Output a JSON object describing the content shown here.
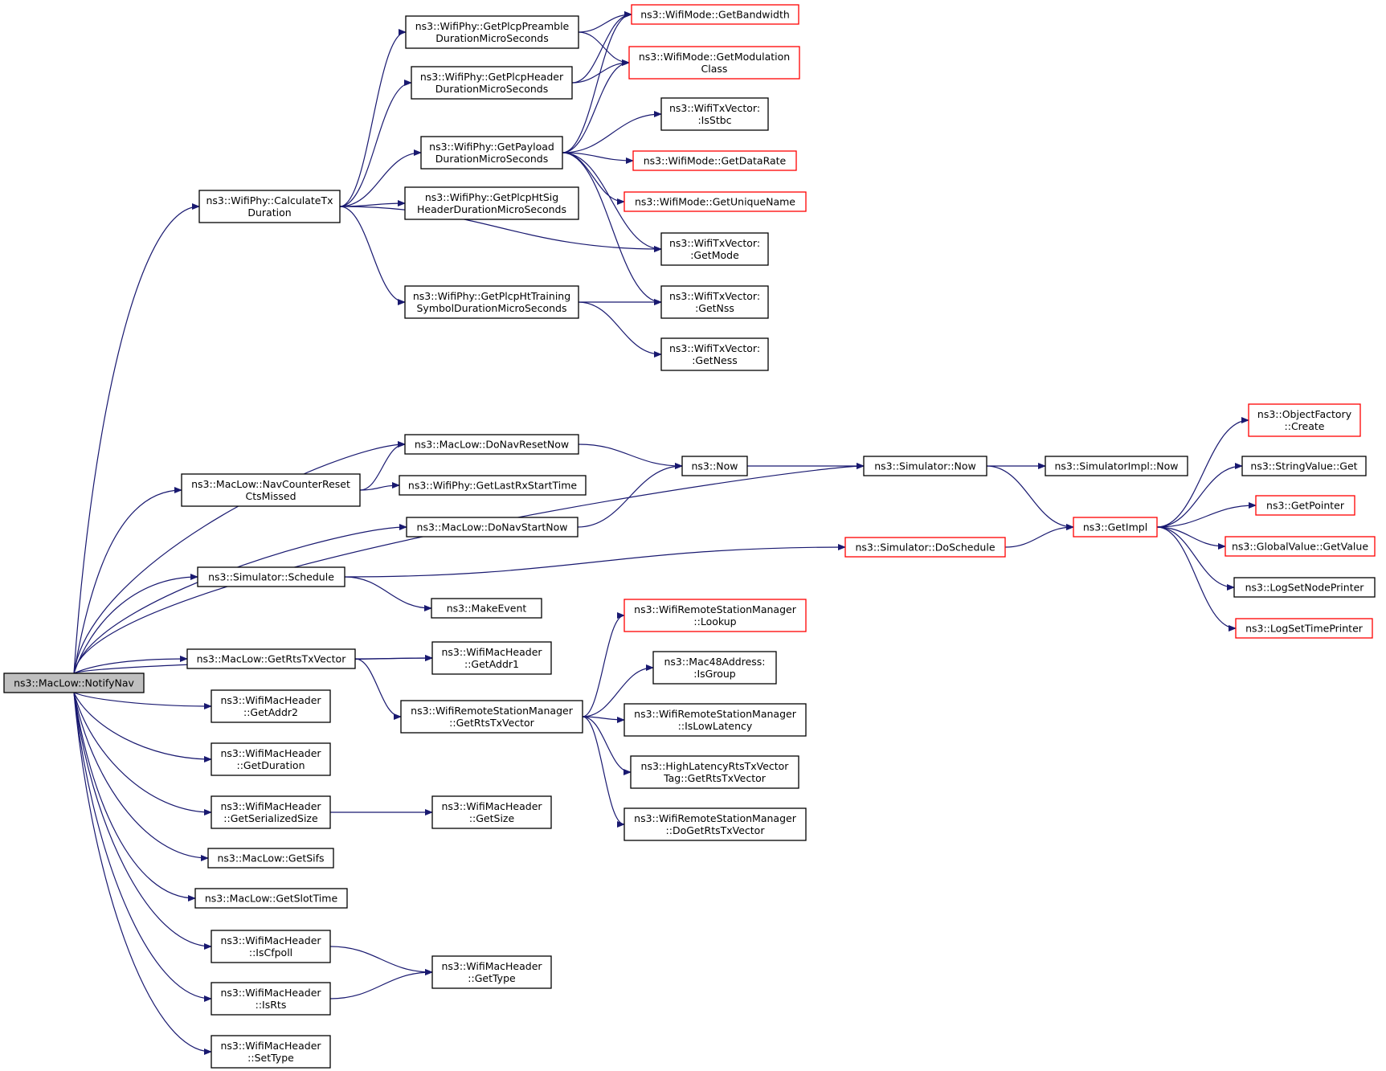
{
  "colors": {
    "edge": "#191970",
    "box_normal": "#000000",
    "box_truncated": "#ff0000",
    "root_fill": "#bfbfbf",
    "fill": "#ffffff"
  },
  "nodes": [
    {
      "id": "notifynav",
      "lines": [
        "ns3::MacLow::NotifyNav"
      ],
      "style": "root"
    },
    {
      "id": "calctx",
      "lines": [
        "ns3::WifiPhy::CalculateTx",
        "Duration"
      ],
      "style": "normal"
    },
    {
      "id": "preamble",
      "lines": [
        "ns3::WifiPhy::GetPlcpPreamble",
        "DurationMicroSeconds"
      ],
      "style": "normal"
    },
    {
      "id": "header",
      "lines": [
        "ns3::WifiPhy::GetPlcpHeader",
        "DurationMicroSeconds"
      ],
      "style": "normal"
    },
    {
      "id": "payload",
      "lines": [
        "ns3::WifiPhy::GetPayload",
        "DurationMicroSeconds"
      ],
      "style": "normal"
    },
    {
      "id": "htsig",
      "lines": [
        "ns3::WifiPhy::GetPlcpHtSig",
        "HeaderDurationMicroSeconds"
      ],
      "style": "normal"
    },
    {
      "id": "httrain",
      "lines": [
        "ns3::WifiPhy::GetPlcpHtTraining",
        "SymbolDurationMicroSeconds"
      ],
      "style": "normal"
    },
    {
      "id": "bandwidth",
      "lines": [
        "ns3::WifiMode::GetBandwidth"
      ],
      "style": "truncated"
    },
    {
      "id": "modclass",
      "lines": [
        "ns3::WifiMode::GetModulation",
        "Class"
      ],
      "style": "truncated"
    },
    {
      "id": "isstbc",
      "lines": [
        "ns3::WifiTxVector:",
        ":IsStbc"
      ],
      "style": "normal"
    },
    {
      "id": "datarate",
      "lines": [
        "ns3::WifiMode::GetDataRate"
      ],
      "style": "truncated"
    },
    {
      "id": "uniquename",
      "lines": [
        "ns3::WifiMode::GetUniqueName"
      ],
      "style": "truncated"
    },
    {
      "id": "getmode",
      "lines": [
        "ns3::WifiTxVector:",
        ":GetMode"
      ],
      "style": "normal"
    },
    {
      "id": "getnss",
      "lines": [
        "ns3::WifiTxVector:",
        ":GetNss"
      ],
      "style": "normal"
    },
    {
      "id": "getness",
      "lines": [
        "ns3::WifiTxVector:",
        ":GetNess"
      ],
      "style": "normal"
    },
    {
      "id": "navreset",
      "lines": [
        "ns3::MacLow::DoNavResetNow"
      ],
      "style": "normal"
    },
    {
      "id": "ctsmissed",
      "lines": [
        "ns3::MacLow::NavCounterReset",
        "CtsMissed"
      ],
      "style": "normal"
    },
    {
      "id": "lastrx",
      "lines": [
        "ns3::WifiPhy::GetLastRxStartTime"
      ],
      "style": "normal"
    },
    {
      "id": "navstart",
      "lines": [
        "ns3::MacLow::DoNavStartNow"
      ],
      "style": "normal"
    },
    {
      "id": "now",
      "lines": [
        "ns3::Now"
      ],
      "style": "normal"
    },
    {
      "id": "simnow",
      "lines": [
        "ns3::Simulator::Now"
      ],
      "style": "normal"
    },
    {
      "id": "simimplnow",
      "lines": [
        "ns3::SimulatorImpl::Now"
      ],
      "style": "normal"
    },
    {
      "id": "getimpl",
      "lines": [
        "ns3::GetImpl"
      ],
      "style": "truncated"
    },
    {
      "id": "objcreate",
      "lines": [
        "ns3::ObjectFactory",
        "::Create"
      ],
      "style": "truncated"
    },
    {
      "id": "strget",
      "lines": [
        "ns3::StringValue::Get"
      ],
      "style": "normal"
    },
    {
      "id": "getpointer",
      "lines": [
        "ns3::GetPointer"
      ],
      "style": "truncated"
    },
    {
      "id": "globalval",
      "lines": [
        "ns3::GlobalValue::GetValue"
      ],
      "style": "truncated"
    },
    {
      "id": "lognode",
      "lines": [
        "ns3::LogSetNodePrinter"
      ],
      "style": "normal"
    },
    {
      "id": "logtime",
      "lines": [
        "ns3::LogSetTimePrinter"
      ],
      "style": "truncated"
    },
    {
      "id": "schedule",
      "lines": [
        "ns3::Simulator::Schedule"
      ],
      "style": "normal"
    },
    {
      "id": "doschedule",
      "lines": [
        "ns3::Simulator::DoSchedule"
      ],
      "style": "truncated"
    },
    {
      "id": "makeevent",
      "lines": [
        "ns3::MakeEvent"
      ],
      "style": "normal"
    },
    {
      "id": "rtstx",
      "lines": [
        "ns3::MacLow::GetRtsTxVector"
      ],
      "style": "normal"
    },
    {
      "id": "addr1",
      "lines": [
        "ns3::WifiMacHeader",
        "::GetAddr1"
      ],
      "style": "normal"
    },
    {
      "id": "wrsm_rts",
      "lines": [
        "ns3::WifiRemoteStationManager",
        "::GetRtsTxVector"
      ],
      "style": "normal"
    },
    {
      "id": "lookup",
      "lines": [
        "ns3::WifiRemoteStationManager",
        "::Lookup"
      ],
      "style": "truncated"
    },
    {
      "id": "isgroup",
      "lines": [
        "ns3::Mac48Address:",
        ":IsGroup"
      ],
      "style": "normal"
    },
    {
      "id": "islowlat",
      "lines": [
        "ns3::WifiRemoteStationManager",
        "::IsLowLatency"
      ],
      "style": "normal"
    },
    {
      "id": "highlat",
      "lines": [
        "ns3::HighLatencyRtsTxVector",
        "Tag::GetRtsTxVector"
      ],
      "style": "normal"
    },
    {
      "id": "dogetrts",
      "lines": [
        "ns3::WifiRemoteStationManager",
        "::DoGetRtsTxVector"
      ],
      "style": "normal"
    },
    {
      "id": "addr2",
      "lines": [
        "ns3::WifiMacHeader",
        "::GetAddr2"
      ],
      "style": "normal"
    },
    {
      "id": "duration",
      "lines": [
        "ns3::WifiMacHeader",
        "::GetDuration"
      ],
      "style": "normal"
    },
    {
      "id": "sersize",
      "lines": [
        "ns3::WifiMacHeader",
        "::GetSerializedSize"
      ],
      "style": "normal"
    },
    {
      "id": "getsize",
      "lines": [
        "ns3::WifiMacHeader",
        "::GetSize"
      ],
      "style": "normal"
    },
    {
      "id": "getsifs",
      "lines": [
        "ns3::MacLow::GetSifs"
      ],
      "style": "normal"
    },
    {
      "id": "slottime",
      "lines": [
        "ns3::MacLow::GetSlotTime"
      ],
      "style": "normal"
    },
    {
      "id": "iscfpoll",
      "lines": [
        "ns3::WifiMacHeader",
        "::IsCfpoll"
      ],
      "style": "normal"
    },
    {
      "id": "isrts",
      "lines": [
        "ns3::WifiMacHeader",
        "::IsRts"
      ],
      "style": "normal"
    },
    {
      "id": "gettype",
      "lines": [
        "ns3::WifiMacHeader",
        "::GetType"
      ],
      "style": "normal"
    },
    {
      "id": "settype",
      "lines": [
        "ns3::WifiMacHeader",
        "::SetType"
      ],
      "style": "normal"
    }
  ],
  "edges": [
    [
      "notifynav",
      "calctx"
    ],
    [
      "notifynav",
      "simnow"
    ],
    [
      "notifynav",
      "navreset"
    ],
    [
      "notifynav",
      "ctsmissed"
    ],
    [
      "notifynav",
      "navstart"
    ],
    [
      "notifynav",
      "schedule"
    ],
    [
      "notifynav",
      "addr1"
    ],
    [
      "notifynav",
      "rtstx"
    ],
    [
      "notifynav",
      "addr2"
    ],
    [
      "notifynav",
      "duration"
    ],
    [
      "notifynav",
      "sersize"
    ],
    [
      "notifynav",
      "getsifs"
    ],
    [
      "notifynav",
      "slottime"
    ],
    [
      "notifynav",
      "iscfpoll"
    ],
    [
      "notifynav",
      "isrts"
    ],
    [
      "notifynav",
      "settype"
    ],
    [
      "calctx",
      "preamble"
    ],
    [
      "calctx",
      "header"
    ],
    [
      "calctx",
      "payload"
    ],
    [
      "calctx",
      "htsig"
    ],
    [
      "calctx",
      "getmode"
    ],
    [
      "calctx",
      "httrain"
    ],
    [
      "preamble",
      "bandwidth"
    ],
    [
      "preamble",
      "modclass"
    ],
    [
      "header",
      "bandwidth"
    ],
    [
      "header",
      "modclass"
    ],
    [
      "payload",
      "bandwidth"
    ],
    [
      "payload",
      "modclass"
    ],
    [
      "payload",
      "isstbc"
    ],
    [
      "payload",
      "datarate"
    ],
    [
      "payload",
      "uniquename"
    ],
    [
      "payload",
      "getmode"
    ],
    [
      "payload",
      "getnss"
    ],
    [
      "httrain",
      "getnss"
    ],
    [
      "httrain",
      "getness"
    ],
    [
      "navreset",
      "now"
    ],
    [
      "ctsmissed",
      "navreset"
    ],
    [
      "ctsmissed",
      "lastrx"
    ],
    [
      "navstart",
      "now"
    ],
    [
      "now",
      "simnow"
    ],
    [
      "simnow",
      "simimplnow"
    ],
    [
      "simnow",
      "getimpl"
    ],
    [
      "getimpl",
      "objcreate"
    ],
    [
      "getimpl",
      "strget"
    ],
    [
      "getimpl",
      "getpointer"
    ],
    [
      "getimpl",
      "globalval"
    ],
    [
      "getimpl",
      "lognode"
    ],
    [
      "getimpl",
      "logtime"
    ],
    [
      "schedule",
      "doschedule"
    ],
    [
      "schedule",
      "makeevent"
    ],
    [
      "doschedule",
      "getimpl"
    ],
    [
      "rtstx",
      "addr1"
    ],
    [
      "rtstx",
      "wrsm_rts"
    ],
    [
      "wrsm_rts",
      "lookup"
    ],
    [
      "wrsm_rts",
      "isgroup"
    ],
    [
      "wrsm_rts",
      "islowlat"
    ],
    [
      "wrsm_rts",
      "highlat"
    ],
    [
      "wrsm_rts",
      "dogetrts"
    ],
    [
      "sersize",
      "getsize"
    ],
    [
      "iscfpoll",
      "gettype"
    ],
    [
      "isrts",
      "gettype"
    ]
  ]
}
